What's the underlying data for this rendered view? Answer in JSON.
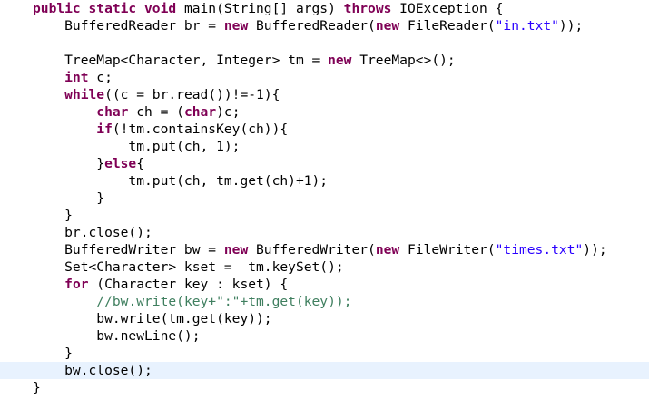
{
  "editor": {
    "lines": [
      [
        {
          "t": "public static void ",
          "c": "kw"
        },
        {
          "t": "main(String[] args) "
        },
        {
          "t": "throws",
          "c": "kw"
        },
        {
          "t": " IOException {"
        }
      ],
      [
        {
          "t": "    BufferedReader br = "
        },
        {
          "t": "new",
          "c": "kw"
        },
        {
          "t": " BufferedReader("
        },
        {
          "t": "new",
          "c": "kw"
        },
        {
          "t": " FileReader("
        },
        {
          "t": "\"in.txt\"",
          "c": "str"
        },
        {
          "t": "));"
        }
      ],
      [],
      [
        {
          "t": "    TreeMap<Character, Integer> tm = "
        },
        {
          "t": "new",
          "c": "kw"
        },
        {
          "t": " TreeMap<>();"
        }
      ],
      [
        {
          "t": "    "
        },
        {
          "t": "int",
          "c": "kw"
        },
        {
          "t": " c;"
        }
      ],
      [
        {
          "t": "    "
        },
        {
          "t": "while",
          "c": "kw"
        },
        {
          "t": "((c = br.read())!=-1){"
        }
      ],
      [
        {
          "t": "        "
        },
        {
          "t": "char",
          "c": "kw"
        },
        {
          "t": " ch = ("
        },
        {
          "t": "char",
          "c": "kw"
        },
        {
          "t": ")c;"
        }
      ],
      [
        {
          "t": "        "
        },
        {
          "t": "if",
          "c": "kw"
        },
        {
          "t": "(!tm.containsKey(ch)){"
        }
      ],
      [
        {
          "t": "            tm.put(ch, 1);"
        }
      ],
      [
        {
          "t": "        }"
        },
        {
          "t": "else",
          "c": "kw"
        },
        {
          "t": "{"
        }
      ],
      [
        {
          "t": "            tm.put(ch, tm.get(ch)+1);"
        }
      ],
      [
        {
          "t": "        }"
        }
      ],
      [
        {
          "t": "    }"
        }
      ],
      [
        {
          "t": "    br.close();"
        }
      ],
      [
        {
          "t": "    BufferedWriter bw = "
        },
        {
          "t": "new",
          "c": "kw"
        },
        {
          "t": " BufferedWriter("
        },
        {
          "t": "new",
          "c": "kw"
        },
        {
          "t": " FileWriter("
        },
        {
          "t": "\"times.txt\"",
          "c": "str"
        },
        {
          "t": "));"
        }
      ],
      [
        {
          "t": "    Set<Character> kset =  tm.keySet();"
        }
      ],
      [
        {
          "t": "    "
        },
        {
          "t": "for",
          "c": "kw"
        },
        {
          "t": " (Character key : kset) {"
        }
      ],
      [
        {
          "t": "        "
        },
        {
          "t": "//bw.write(key+\":\"+tm.get(key));",
          "c": "cmt"
        }
      ],
      [
        {
          "t": "        bw.write(tm.get(key));"
        }
      ],
      [
        {
          "t": "        bw.newLine();"
        }
      ],
      [
        {
          "t": "    }"
        }
      ],
      [
        {
          "t": "    bw.close();"
        }
      ],
      [
        {
          "t": "}"
        }
      ]
    ],
    "current_line": 21,
    "colors": {
      "keyword": "#7f0055",
      "string": "#2a00ff",
      "comment": "#3f7f5f",
      "current_line_bg": "#e8f2fe"
    }
  }
}
